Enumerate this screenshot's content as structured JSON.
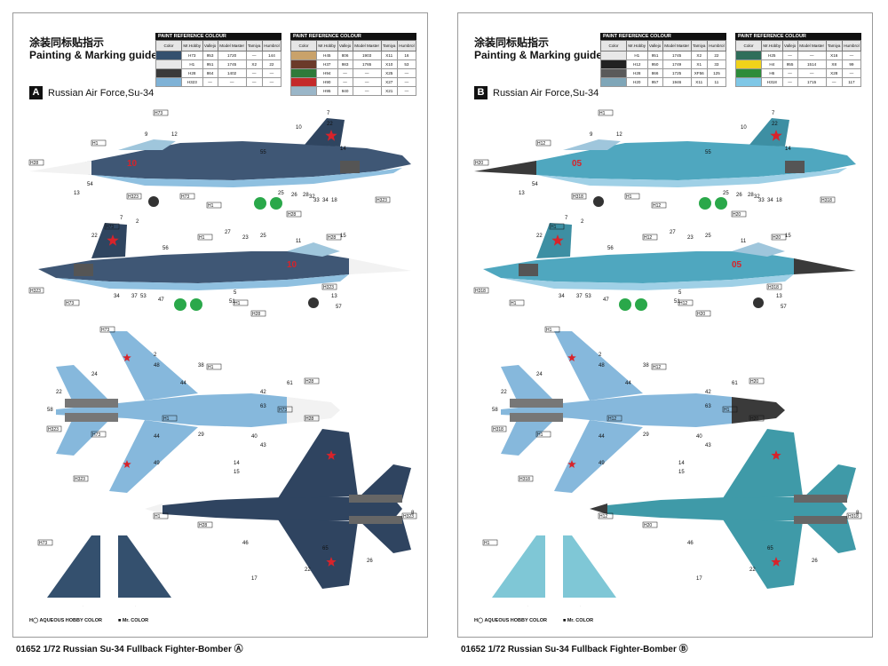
{
  "sheets": [
    {
      "id": "A",
      "title_cn": "涂装同标贴指示",
      "title_en": "Painting & Marking guide",
      "variant_letter": "A",
      "variant_name": "Russian Air Force,Su-34",
      "camo": "dark",
      "nose_number": "10",
      "paint_tables": [
        {
          "title": "PAINT  REFERENCE COLOUR",
          "headers": [
            "Color",
            "Mr.Hobby",
            "Vallejo",
            "Model Master",
            "Tamiya",
            "Humbrol"
          ],
          "rows": [
            {
              "swatch": "#34506e",
              "label": "H73",
              "cells": [
                "953",
                "1720",
                "—",
                "144"
              ]
            },
            {
              "swatch": "#e8e8e8",
              "label": "H1",
              "cells": [
                "951",
                "1745",
                "X2",
                "22"
              ]
            },
            {
              "swatch": "#3a3a3a",
              "label": "H28",
              "cells": [
                "864",
                "1402",
                "—",
                "—"
              ]
            },
            {
              "swatch": "#7fb2d6",
              "label": "H323",
              "cells": [
                "—",
                "—",
                "—",
                "—"
              ]
            }
          ]
        },
        {
          "title": "PAINT  REFERENCE COLOUR",
          "headers": [
            "Color",
            "Mr.Hobby",
            "Vallejo",
            "Model Master",
            "Tamiya",
            "Humbrol"
          ],
          "rows": [
            {
              "swatch": "#c9a26a",
              "label": "H45",
              "cells": [
                "806",
                "1903",
                "X11",
                "16"
              ]
            },
            {
              "swatch": "#6b3a2a",
              "label": "H37",
              "cells": [
                "983",
                "1765",
                "X10",
                "53"
              ]
            },
            {
              "swatch": "#2f7a3a",
              "label": "H94",
              "cells": [
                "—",
                "—",
                "X25",
                "—"
              ]
            },
            {
              "swatch": "#c42a2a",
              "label": "H90",
              "cells": [
                "—",
                "—",
                "X27",
                "—"
              ]
            },
            {
              "swatch": "#9ab6c8",
              "label": "H95",
              "cells": [
                "940",
                "—",
                "X21",
                "—"
              ]
            }
          ]
        }
      ],
      "legend": {
        "aqueous": "AQUEOUS HOBBY COLOR",
        "mr": "Mr. COLOR"
      },
      "footer": "01652  1/72 Russian Su-34 Fullback Fighter-Bomber Ⓐ"
    },
    {
      "id": "B",
      "title_cn": "涂装同标贴指示",
      "title_en": "Painting & Marking guide",
      "variant_letter": "B",
      "variant_name": "Russian Air Force,Su-34",
      "camo": "light",
      "nose_number": "05",
      "paint_tables": [
        {
          "title": "PAINT  REFERENCE COLOUR",
          "headers": [
            "Color",
            "Mr.Hobby",
            "Vallejo",
            "Model Master",
            "Tamiya",
            "Humbrol"
          ],
          "rows": [
            {
              "swatch": "#e8e8e8",
              "label": "H1",
              "cells": [
                "951",
                "1745",
                "X2",
                "22"
              ]
            },
            {
              "swatch": "#222222",
              "label": "H12",
              "cells": [
                "950",
                "1749",
                "X1",
                "33"
              ]
            },
            {
              "swatch": "#5a5a5a",
              "label": "H28",
              "cells": [
                "866",
                "1725",
                "XF56",
                "125"
              ]
            },
            {
              "swatch": "#7fa6b8",
              "label": "H20",
              "cells": [
                "957",
                "1946",
                "X11",
                "11"
              ]
            }
          ]
        },
        {
          "title": "PAINT  REFERENCE COLOUR",
          "headers": [
            "Color",
            "Mr.Hobby",
            "Vallejo",
            "Model Master",
            "Tamiya",
            "Humbrol"
          ],
          "rows": [
            {
              "swatch": "#2f6e5a",
              "label": "H25",
              "cells": [
                "—",
                "—",
                "X16",
                "—"
              ]
            },
            {
              "swatch": "#f0d21a",
              "label": "H4",
              "cells": [
                "955",
                "1514",
                "X8",
                "99"
              ]
            },
            {
              "swatch": "#2e8c3a",
              "label": "H6",
              "cells": [
                "—",
                "—",
                "X28",
                "—"
              ]
            },
            {
              "swatch": "#7fc7e6",
              "label": "H318",
              "cells": [
                "—",
                "1715",
                "—",
                "117"
              ]
            }
          ]
        }
      ],
      "legend": {
        "aqueous": "AQUEOUS HOBBY COLOR",
        "mr": "Mr. COLOR"
      },
      "footer": "01652  1/72 Russian Su-34 Fullback Fighter-Bomber Ⓑ"
    }
  ],
  "callouts": {
    "side1": [
      "7",
      "10",
      "22",
      "55",
      "14",
      "9",
      "12",
      "13",
      "54",
      "25",
      "26",
      "28",
      "32",
      "33",
      "34",
      "18"
    ],
    "side2": [
      "7",
      "2",
      "22",
      "56",
      "27",
      "23",
      "25",
      "11",
      "15",
      "34",
      "37",
      "53",
      "47",
      "5",
      "51",
      "13",
      "57"
    ],
    "top": [
      "2",
      "24",
      "48",
      "44",
      "38",
      "22",
      "58",
      "42",
      "63",
      "61",
      "44",
      "29",
      "49",
      "40",
      "43"
    ],
    "bottom": [
      "14",
      "15",
      "17",
      "46",
      "22",
      "65",
      "8",
      "26"
    ],
    "hcodes_dark": [
      "H73",
      "H1",
      "H28",
      "H323"
    ],
    "hcodes_light": [
      "H1",
      "H12",
      "H20",
      "H318"
    ]
  }
}
